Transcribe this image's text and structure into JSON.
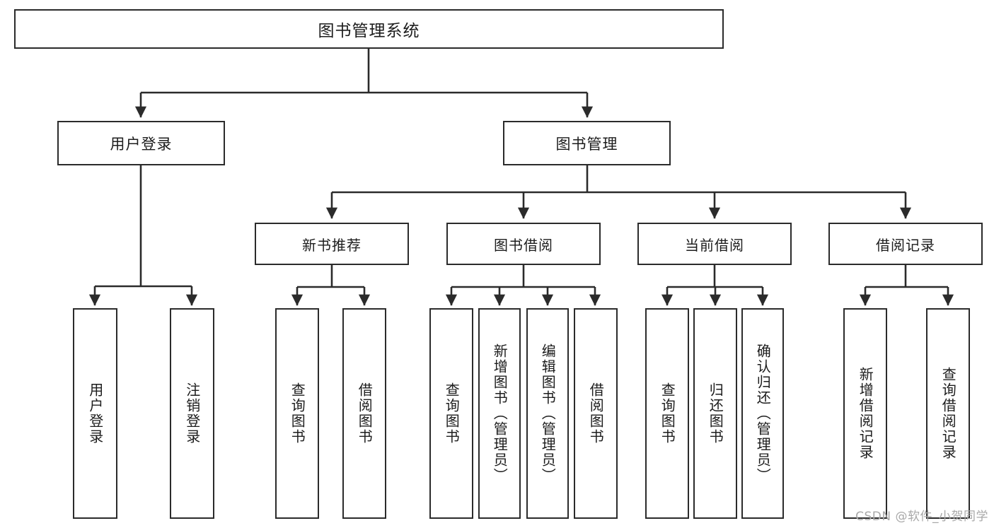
{
  "diagram": {
    "title": "图书管理系统",
    "type": "tree",
    "stroke_color": "#2b2b2b",
    "fill_color": "#ffffff",
    "text_color": "#1c1c1c",
    "nodes": {
      "root": {
        "label": "图书管理系统"
      },
      "user_login": {
        "label": "用户登录"
      },
      "book_manage": {
        "label": "图书管理"
      },
      "new_book_rec": {
        "label": "新书推荐"
      },
      "book_borrow": {
        "label": "图书借阅"
      },
      "current_borrow": {
        "label": "当前借阅"
      },
      "borrow_record": {
        "label": "借阅记录"
      },
      "leaf_user_login": {
        "label": "用户登录"
      },
      "leaf_logout": {
        "label": "注销登录"
      },
      "leaf_query_book_a": {
        "label": "查询图书"
      },
      "leaf_borrow_book_a": {
        "label": "借阅图书"
      },
      "leaf_query_book_b": {
        "label": "查询图书"
      },
      "leaf_add_book": {
        "label": "新增图书（管理员）"
      },
      "leaf_edit_book": {
        "label": "编辑图书（管理员）"
      },
      "leaf_borrow_book_b": {
        "label": "借阅图书"
      },
      "leaf_query_book_c": {
        "label": "查询图书"
      },
      "leaf_return_book": {
        "label": "归还图书"
      },
      "leaf_confirm_return": {
        "label": "确认归还（管理员）"
      },
      "leaf_add_record": {
        "label": "新增借阅记录"
      },
      "leaf_query_record": {
        "label": "查询借阅记录"
      }
    }
  },
  "watermark": {
    "text": "CSDN @软件_小贺同学"
  }
}
